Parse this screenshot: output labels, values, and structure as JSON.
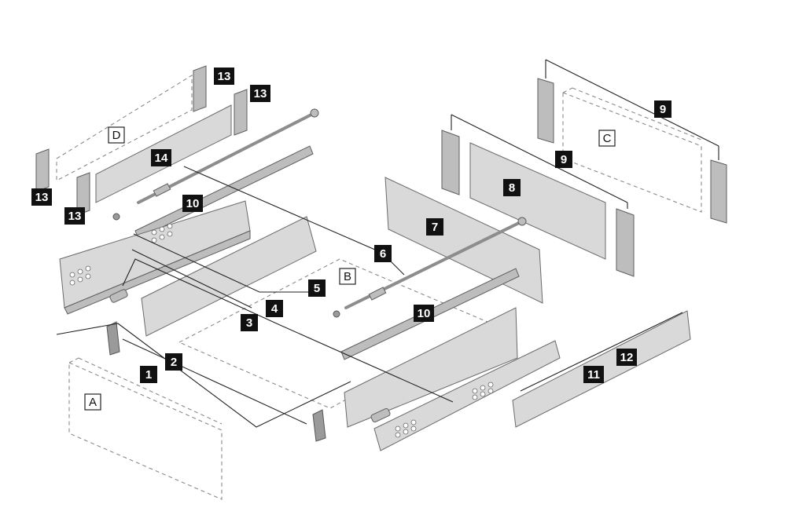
{
  "diagram": {
    "part_labels": [
      "1",
      "2",
      "3",
      "4",
      "5",
      "6",
      "7",
      "8",
      "9",
      "10",
      "11",
      "12",
      "13",
      "14"
    ],
    "callouts": [
      {
        "label": "1"
      },
      {
        "label": "2"
      },
      {
        "label": "3"
      },
      {
        "label": "4"
      },
      {
        "label": "5"
      },
      {
        "label": "6"
      },
      {
        "label": "7"
      },
      {
        "label": "8"
      },
      {
        "label": "9"
      },
      {
        "label": "9"
      },
      {
        "label": "10"
      },
      {
        "label": "10"
      },
      {
        "label": "11"
      },
      {
        "label": "12"
      },
      {
        "label": "13"
      },
      {
        "label": "13"
      },
      {
        "label": "13"
      },
      {
        "label": "13"
      },
      {
        "label": "14"
      }
    ],
    "zones": [
      {
        "label": "A"
      },
      {
        "label": "B"
      },
      {
        "label": "C"
      },
      {
        "label": "D"
      }
    ],
    "colors": {
      "callout_fill": "#111111",
      "callout_text": "#ffffff",
      "metal_light": "#d9d9d9",
      "metal_mid": "#bdbdbd",
      "dashed_outline": "#8a8a8a"
    }
  }
}
